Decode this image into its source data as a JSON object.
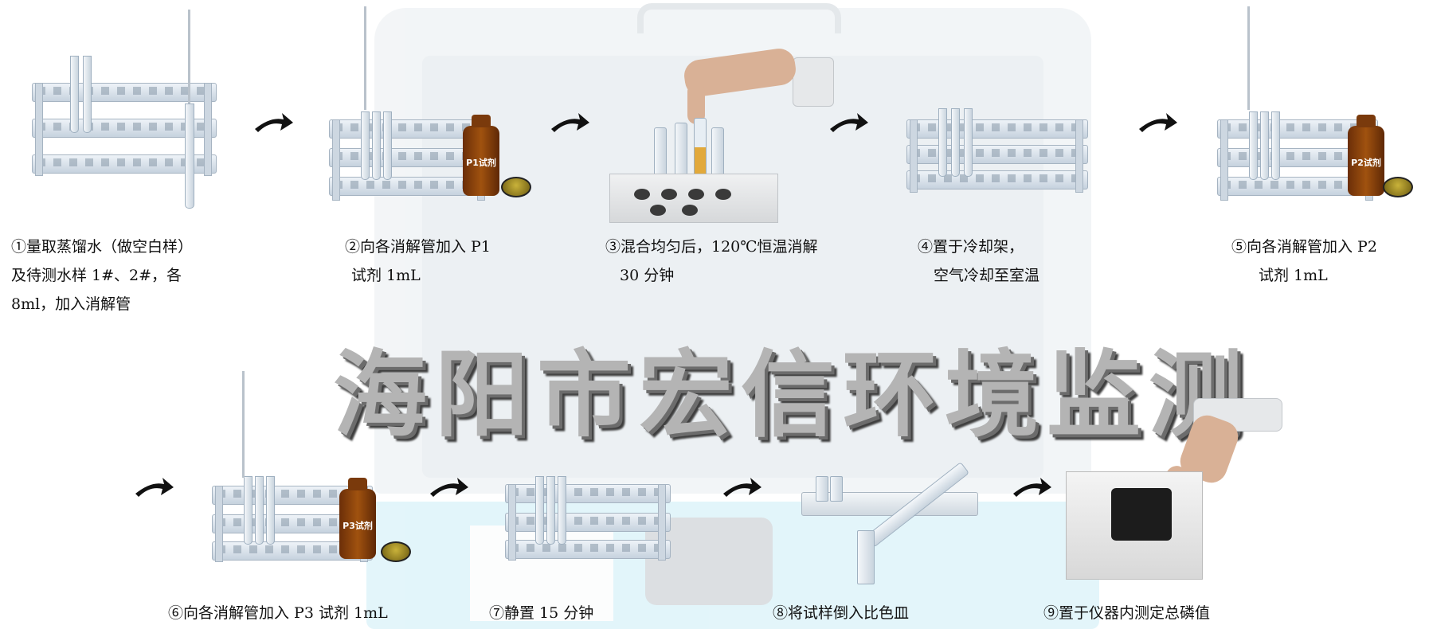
{
  "steps": [
    {
      "number": "①",
      "caption_lines": [
        "①量取蒸馏水（做空白样）",
        "及待测水样 1#、2#，各",
        "8ml，加入消解管"
      ]
    },
    {
      "number": "②",
      "caption_lines": [
        "②向各消解管加入 P1",
        "试剂 1mL"
      ],
      "bottle_label": "P1试剂"
    },
    {
      "number": "③",
      "caption_lines": [
        "③混合均匀后，120℃恒温消解",
        "30 分钟"
      ]
    },
    {
      "number": "④",
      "caption_lines": [
        "④置于冷却架，",
        "空气冷却至室温"
      ]
    },
    {
      "number": "⑤",
      "caption_lines": [
        "⑤向各消解管加入 P2",
        "试剂 1mL"
      ],
      "bottle_label": "P2试剂"
    },
    {
      "number": "⑥",
      "caption_lines": [
        "⑥向各消解管加入 P3 试剂 1mL"
      ],
      "bottle_label": "P3试剂"
    },
    {
      "number": "⑦",
      "caption_lines": [
        "⑦静置 15 分钟"
      ]
    },
    {
      "number": "⑧",
      "caption_lines": [
        "⑧将试样倒入比色皿"
      ]
    },
    {
      "number": "⑨",
      "caption_lines": [
        "⑨置于仪器内测定总磷值"
      ]
    }
  ],
  "watermark": "海阳市宏信环境监测",
  "colors": {
    "arrow": "#111111",
    "bottle": "#8a420c",
    "background_case": "#7fd3ea"
  },
  "icons": [
    "right-arrow-icon",
    "test-tube-rack",
    "reagent-bottle",
    "pipette"
  ]
}
